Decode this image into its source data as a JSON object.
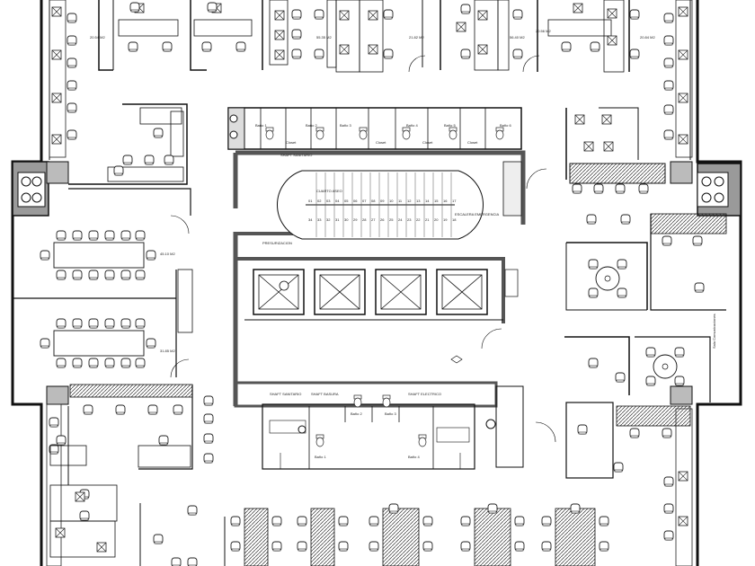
{
  "floorplan": {
    "area_labels": {
      "top_1": "20.54 M2",
      "top_2": "",
      "top_3": "55.35 M2",
      "top_4": "21.82 M2",
      "top_5": "56.40 M2",
      "top_6": "20.56 M2",
      "top_7": "20.84 M2",
      "west_1": "45.10 M2",
      "west_2": "31.85 M2"
    },
    "bathrooms_top": [
      "Baño 1",
      "Baño 2",
      "Baño 3",
      "Baño 4",
      "Baño 5",
      "Baño 6"
    ],
    "closets": [
      "Closet",
      "Closet",
      "Closet",
      "Closet"
    ],
    "core_labels": {
      "shaft_hidro": "SHAFT SANITARIO",
      "cuarto_aseo": "CUARTO ASEO",
      "escalera_emergencia": "ESCALERA EMERGENCIA",
      "presurizacion": "PRESURIZACION",
      "shaft_sanitario": "SHAFT SANITARIO",
      "shaft_basura": "SHAFT BASURA",
      "shaft_electrico": "SHAFT ELECTRICO",
      "sala": "Sala Comunicaciones"
    },
    "stair_codes_top": [
      "01",
      "02",
      "03",
      "04",
      "05",
      "06",
      "07",
      "08",
      "09",
      "10",
      "11",
      "12",
      "13",
      "14",
      "15",
      "16",
      "17"
    ],
    "stair_codes_bottom": [
      "34",
      "33",
      "32",
      "31",
      "30",
      "29",
      "28",
      "27",
      "26",
      "25",
      "24",
      "23",
      "22",
      "21",
      "20",
      "19",
      "18"
    ],
    "bathrooms_bottom": [
      "Baño 1",
      "Baño 2",
      "Baño 3",
      "Baño 4"
    ]
  }
}
